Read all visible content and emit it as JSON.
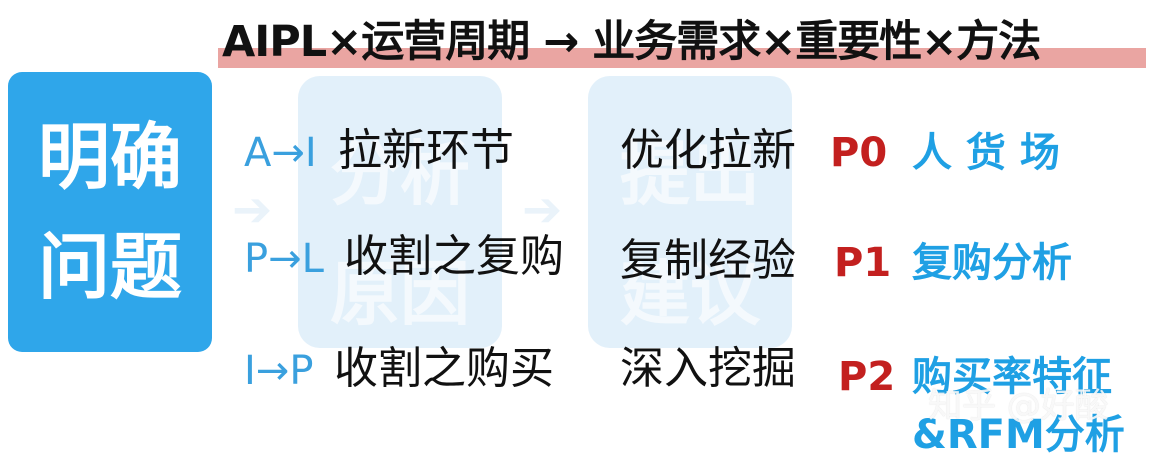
{
  "title": "AIPL×运营周期 → 业务需求×重要性×方法",
  "main_box": {
    "line1": "明确",
    "line2": "问题"
  },
  "faded_boxes": [
    {
      "line1": "分析",
      "line2": "原因"
    },
    {
      "line1": "提出",
      "line2": "建议"
    }
  ],
  "rows": [
    {
      "stage": "A→I",
      "item": "拉新环节",
      "method": "优化拉新",
      "priority": "P0",
      "focus": "人 货 场"
    },
    {
      "stage": "P→L",
      "item": "收割之复购",
      "method": "复制经验",
      "priority": "P1",
      "focus": "复购分析"
    },
    {
      "stage": "I→P",
      "item": "收割之购买",
      "method": "深入挖掘",
      "priority": "P2",
      "focus": "购买率特征",
      "focus_line2": "&RFM分析"
    }
  ],
  "watermark": "知乎 @好酸",
  "colors": {
    "main_blue": "#2fa6ea",
    "priority_red": "#c3201f",
    "focus_blue": "#1fa0e4",
    "title_highlight": "#eaa5a2"
  }
}
